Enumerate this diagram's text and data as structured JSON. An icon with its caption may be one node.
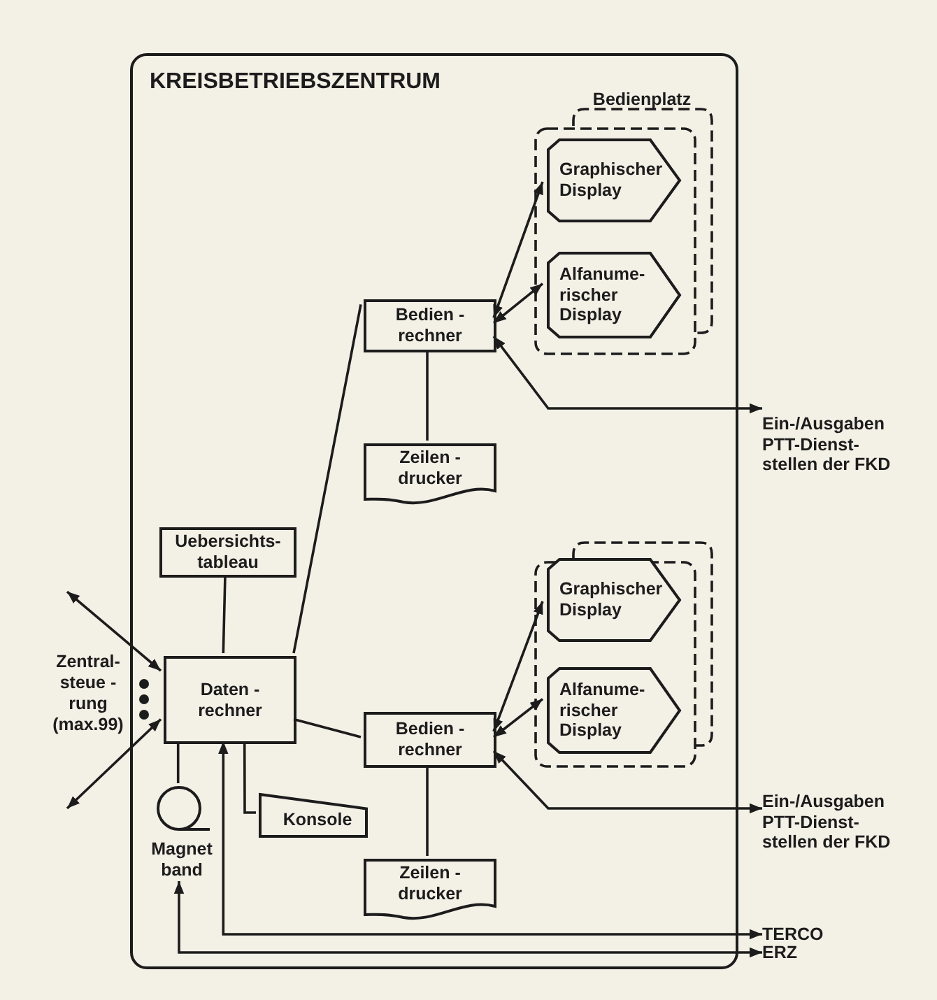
{
  "diagram": {
    "nodes": [
      {
        "text": [
          "KREISBETRIEBSZENTRUM"
        ]
      },
      {
        "text": [
          "Bedienplatz"
        ],
        "in": 0
      },
      {
        "text": [
          "Graphischer Display"
        ],
        "in": 1
      },
      {
        "text": [
          "Alfanume- rischer Display"
        ],
        "in": 1
      },
      {
        "text": [
          "Bedien - rechner"
        ],
        "in": 0
      },
      {
        "text": [
          "Zeilen - drucker"
        ],
        "in": 0
      },
      {
        "text": [
          "Uebersichts- tableau"
        ],
        "in": 0
      },
      {
        "text": [
          "Daten - rechner"
        ],
        "in": 0
      },
      {
        "text": [],
        "shape": "box",
        "in": 0
      },
      {
        "text": [
          "Graphischer Display"
        ],
        "in": 8
      },
      {
        "text": [
          "Alfanume- rischer Display"
        ],
        "in": 8
      },
      {
        "text": [
          "Bedien - rechner"
        ],
        "in": 0
      },
      {
        "text": [
          "Zeilen - drucker"
        ],
        "in": 0
      },
      {
        "text": [
          "Konsole"
        ],
        "in": 0
      },
      {
        "text": [
          "Magnet band"
        ],
        "in": 0
      },
      {
        "text": [
          "Ein-/Ausgaben PTT-Dienst- stellen der FKD"
        ]
      },
      {
        "text": [
          "Ein-/Ausgaben PTT-Dienst- stellen der FKD"
        ]
      },
      {
        "text": [
          "TERCO"
        ]
      },
      {
        "text": [
          "ERZ"
        ]
      }
    ],
    "edges": [
      {
        "from": 4,
        "to": 2,
        "arrow": "both"
      },
      {
        "from": 4,
        "to": 3,
        "arrow": "both"
      },
      {
        "from": 4,
        "to": 15,
        "arrow": "both"
      },
      {
        "from": 7,
        "to": 4,
        "arrow": "none"
      },
      {
        "from": 4,
        "to": 5,
        "arrow": "none"
      },
      {
        "from": 6,
        "to": 7,
        "arrow": "none"
      },
      {
        "from": 7,
        "to": 11,
        "arrow": "none"
      },
      {
        "from": 11,
        "to": 9,
        "arrow": "both"
      },
      {
        "from": 11,
        "to": 10,
        "arrow": "both"
      },
      {
        "from": 11,
        "to": 16,
        "arrow": "both"
      },
      {
        "from": 11,
        "to": 12,
        "arrow": "none"
      },
      {
        "from": 7,
        "to": 13,
        "arrow": "none"
      },
      {
        "from": 7,
        "to": 14,
        "arrow": "none"
      },
      {
        "from": 7,
        "to": 17,
        "arrow": "both"
      },
      {
        "from": 14,
        "to": 18,
        "arrow": "both"
      },
      {
        "from": null,
        "to": 7,
        "arrow": "both"
      },
      {
        "from": null,
        "to": 7,
        "arrow": "both"
      }
    ],
    "labels": [
      "Zentral- steue - rung (max.99)"
    ]
  }
}
